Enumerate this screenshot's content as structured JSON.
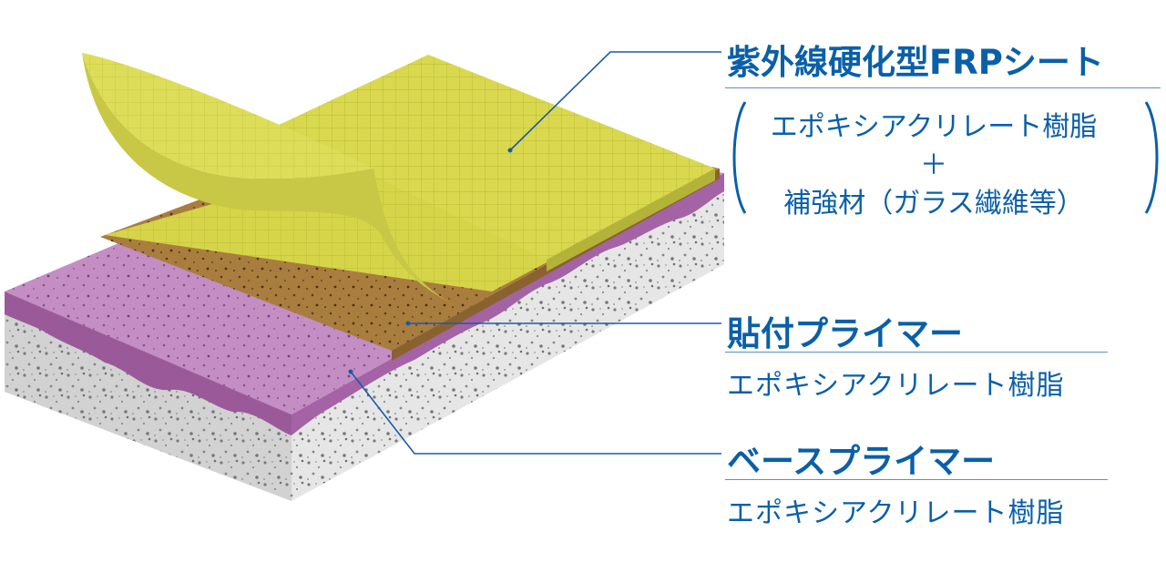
{
  "layers": [
    {
      "id": "uv-frp-sheet",
      "title": "紫外線硬化型FRPシート",
      "composition": [
        "エポキシアクリレート樹脂",
        "＋",
        "補強材（ガラス繊維等）"
      ],
      "color": "#d6d54a"
    },
    {
      "id": "adhesive-primer",
      "title": "貼付プライマー",
      "composition": [
        "エポキシアクリレート樹脂"
      ],
      "color": "#a97d3e"
    },
    {
      "id": "base-primer",
      "title": "ベースプライマー",
      "composition": [
        "エポキシアクリレート樹脂"
      ],
      "color": "#c08ac0"
    }
  ],
  "colors": {
    "text_accent": "#0a5fa8",
    "leader_line": "#1b5aa8",
    "substrate": "#e4e4e4"
  }
}
